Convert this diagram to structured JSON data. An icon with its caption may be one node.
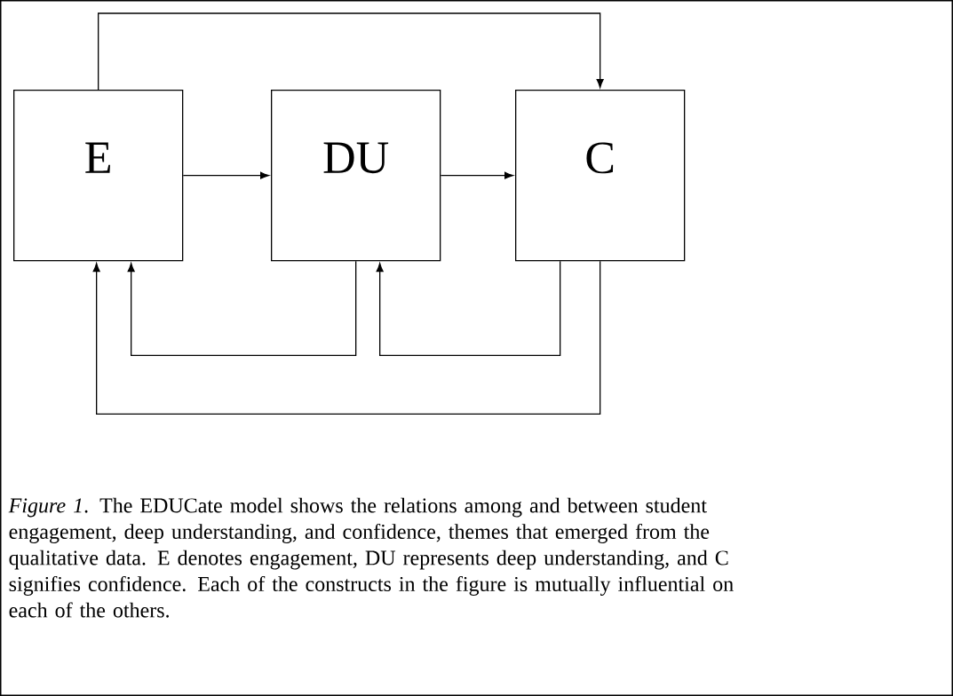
{
  "diagram": {
    "caption": "*Figure 1*. The EDUCate model shows the relations among and between student engagement, deep understanding, and confidence, themes that emerged from the qualitative data.  E denotes engagement, DU represents deep understanding, and C signifies confidence. Each of the constructs in the figure is mutually influential on each of the others.",
    "nodes": [
      {
        "text": [
          "E"
        ]
      },
      {
        "text": [
          "DU"
        ]
      },
      {
        "text": [
          "C"
        ]
      }
    ],
    "edges": [
      {
        "from": 0,
        "to": 1,
        "arrow": "to"
      },
      {
        "from": 1,
        "to": 2,
        "arrow": "to"
      },
      {
        "from": 0,
        "to": 2,
        "arrow": "to"
      },
      {
        "from": 1,
        "to": 0,
        "arrow": "to"
      },
      {
        "from": 2,
        "to": 1,
        "arrow": "to"
      },
      {
        "from": 2,
        "to": 0,
        "arrow": "to"
      }
    ]
  }
}
